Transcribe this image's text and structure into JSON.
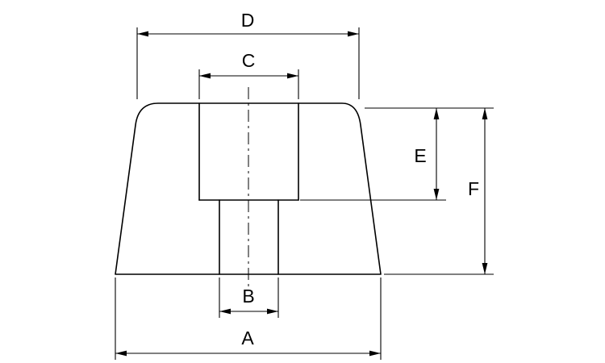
{
  "diagram": {
    "colors": {
      "line": "#000000",
      "background": "#ffffff"
    },
    "dimension_labels": {
      "a": "A",
      "b": "B",
      "c": "C",
      "d": "D",
      "e": "E",
      "f": "F"
    }
  }
}
